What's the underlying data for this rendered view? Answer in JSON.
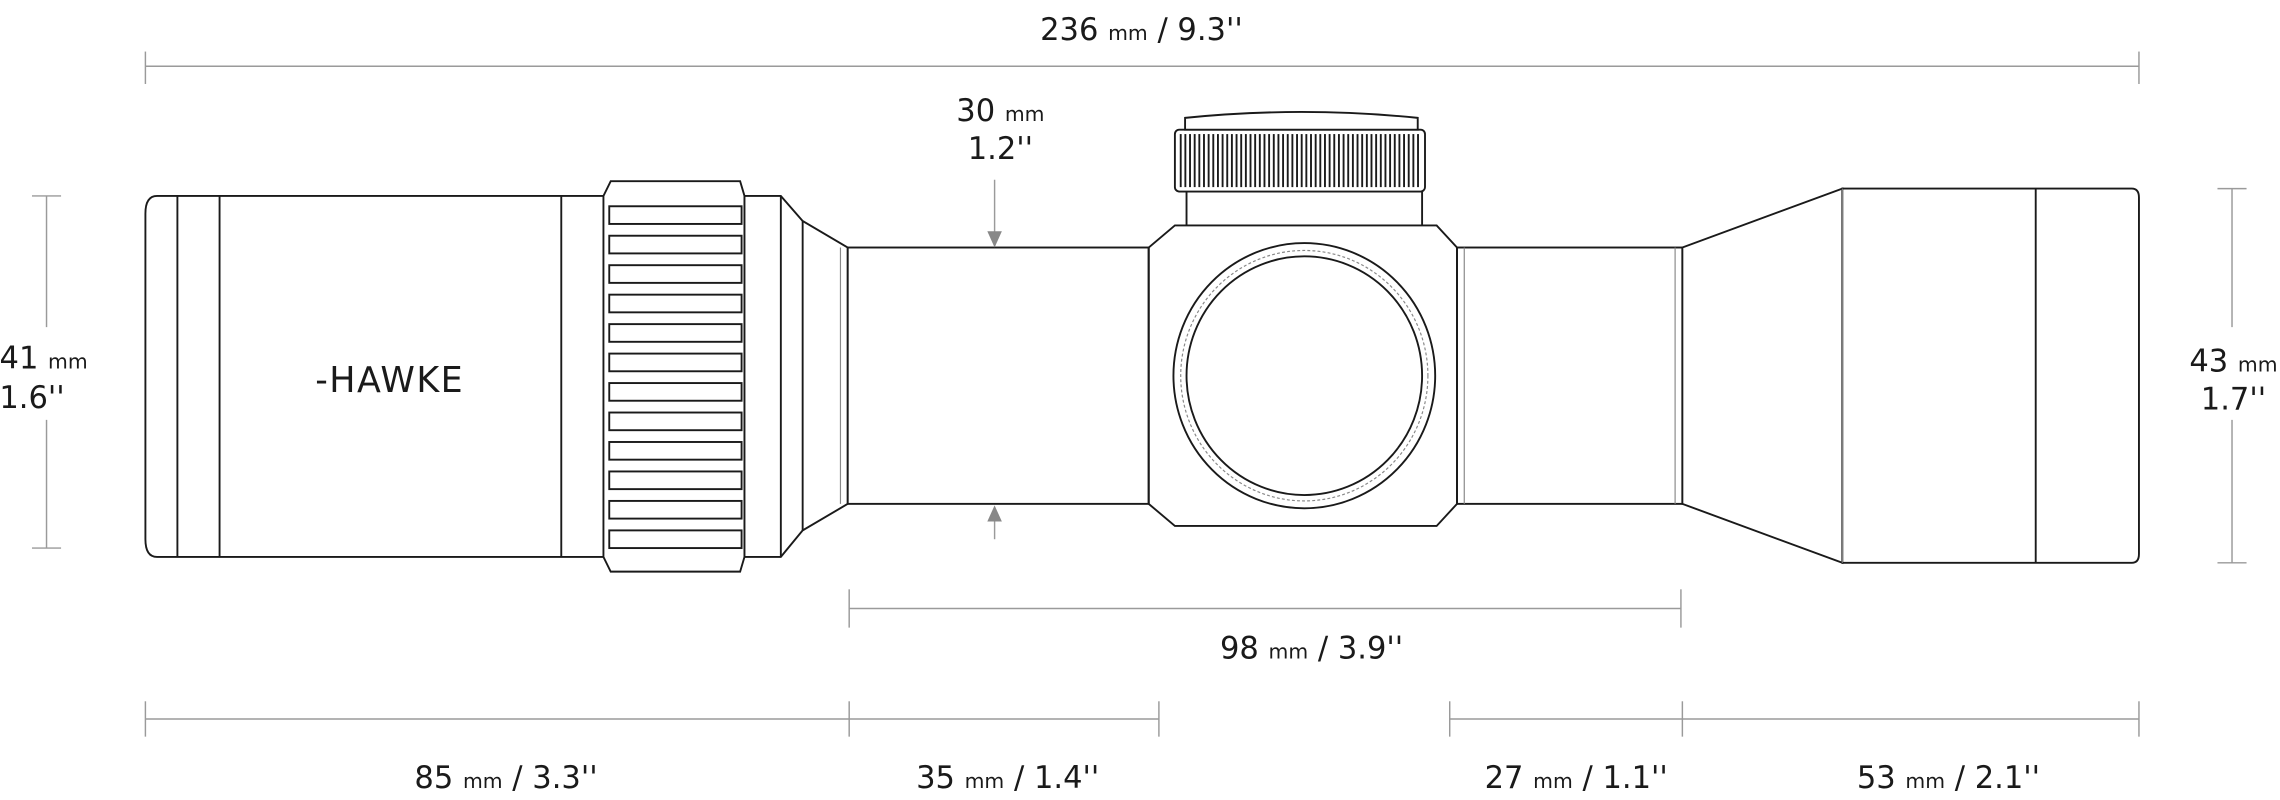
{
  "brand": "HAWKE",
  "dimensions": {
    "overall_length": {
      "value": "236",
      "unit": "mm",
      "imperial": "/ 9.3''"
    },
    "tube_diameter": {
      "value": "30",
      "unit": "mm",
      "imperial": "1.2''"
    },
    "eyepiece_diameter": {
      "value": "41",
      "unit": "mm",
      "imperial": "1.6''"
    },
    "objective_diameter": {
      "value": "43",
      "unit": "mm",
      "imperial": "1.7''"
    },
    "mounting_length": {
      "value": "98",
      "unit": "mm",
      "imperial": "/ 3.9''"
    },
    "eyepiece_length": {
      "value": "85",
      "unit": "mm",
      "imperial": "/ 3.3''"
    },
    "front_tube_length": {
      "value": "35",
      "unit": "mm",
      "imperial": "/ 1.4''"
    },
    "rear_tube_length": {
      "value": "27",
      "unit": "mm",
      "imperial": "/ 1.1''"
    },
    "objective_length": {
      "value": "53",
      "unit": "mm",
      "imperial": "/ 2.1''"
    }
  }
}
